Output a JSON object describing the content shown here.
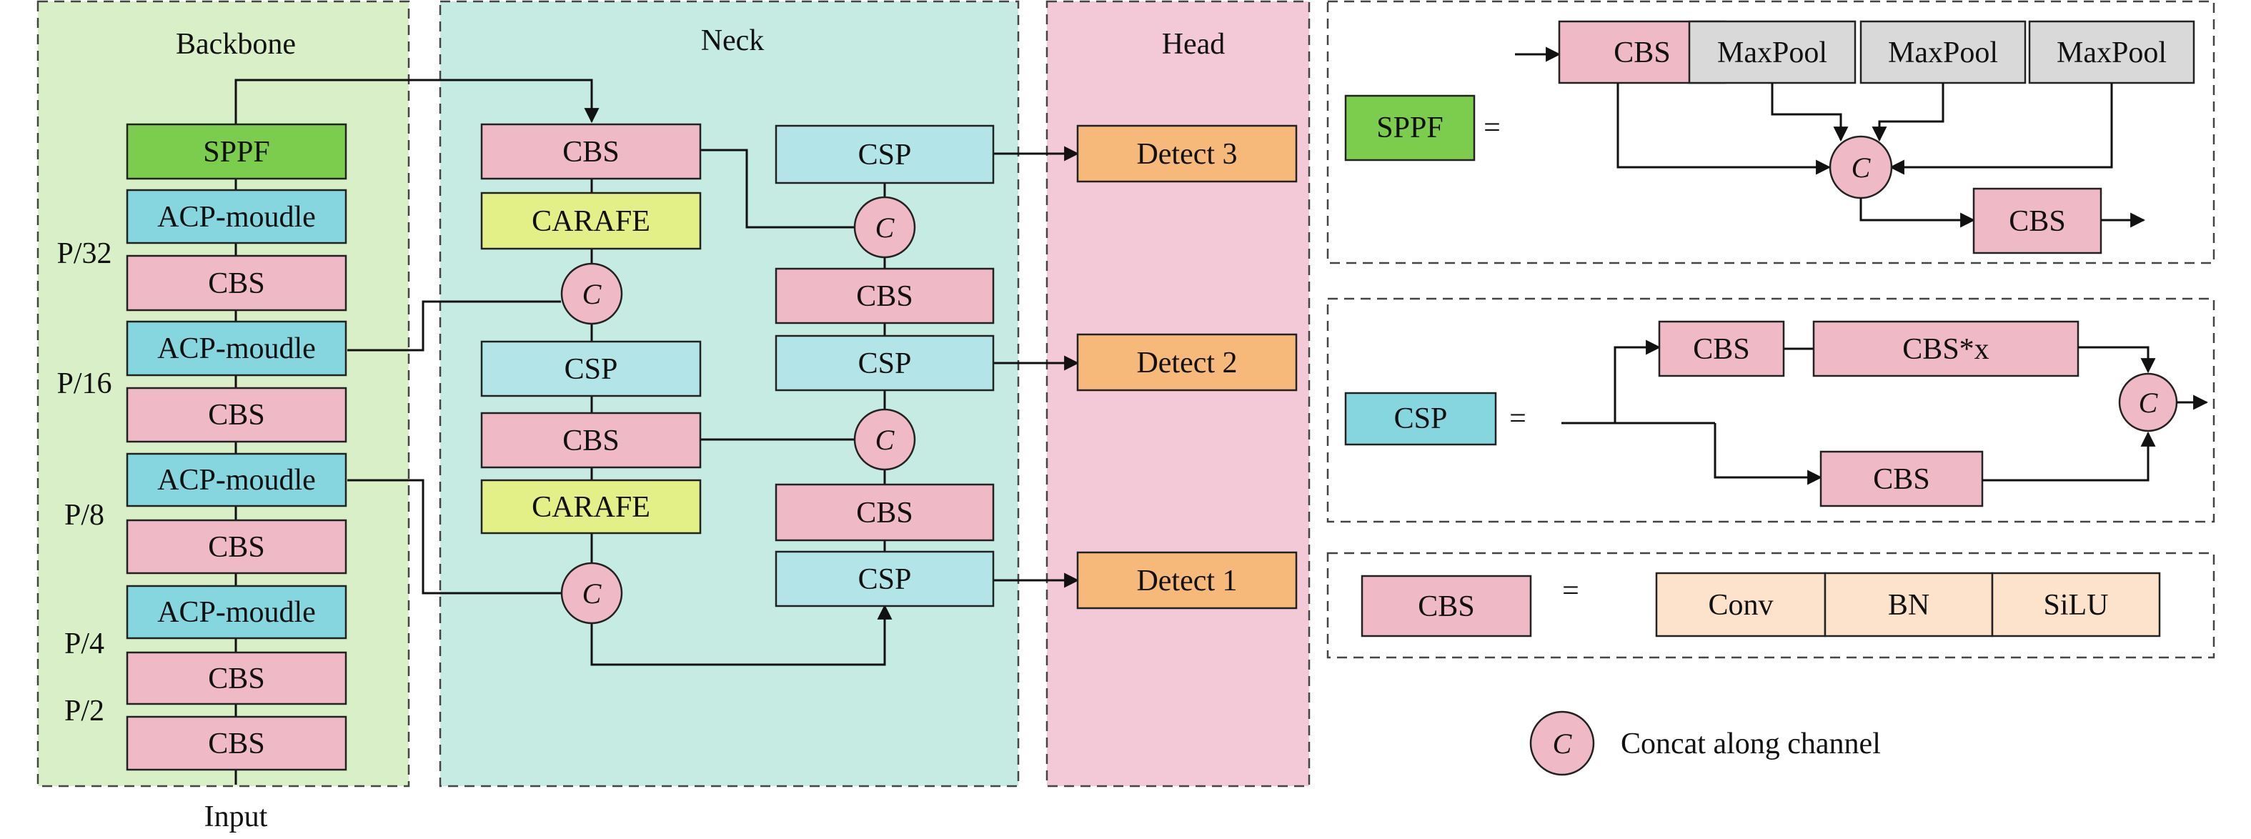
{
  "sections": {
    "backbone": "Backbone",
    "neck": "Neck",
    "head": "Head"
  },
  "backbone": {
    "blocks": [
      "SPPF",
      "ACP-moudle",
      "CBS",
      "ACP-moudle",
      "CBS",
      "ACP-moudle",
      "CBS",
      "ACP-moudle",
      "CBS",
      "CBS"
    ],
    "scales": [
      "P/32",
      "P/16",
      "P/8",
      "P/4",
      "P/2"
    ],
    "input_label": "Input"
  },
  "neck": {
    "left_column": [
      "CBS",
      "CARAFE",
      "CSP",
      "CBS",
      "CARAFE"
    ],
    "right_column": [
      "CSP",
      "CBS",
      "CSP",
      "CBS",
      "CSP"
    ],
    "concat_symbol": "C"
  },
  "head": {
    "detects": [
      "Detect 3",
      "Detect 2",
      "Detect 1"
    ]
  },
  "sppf_def": {
    "name": "SPPF",
    "equals": "=",
    "blocks": [
      "CBS",
      "MaxPool",
      "MaxPool",
      "MaxPool"
    ],
    "out_block": "CBS"
  },
  "csp_def": {
    "name": "CSP",
    "equals": "=",
    "top_blocks": [
      "CBS",
      "CBS*x"
    ],
    "bottom_block": "CBS"
  },
  "cbs_def": {
    "name": "CBS",
    "equals": "=",
    "parts": [
      "Conv",
      "BN",
      "SiLU"
    ]
  },
  "legend": {
    "symbol": "C",
    "label": "Concat along channel"
  },
  "colors": {
    "backbone_bg": "#d8efc7",
    "neck_bg": "#c6ebe2",
    "head_bg": "#f3c8d7",
    "cbs": "#f0b9c6",
    "acp": "#86d6df",
    "csp": "#b3e4e8",
    "sppf": "#7ccd4d",
    "carafe": "#e3f088",
    "detect": "#f6b97a",
    "maxpool": "#d9d9d9",
    "concat": "#f0b9c6",
    "cbs_parts": "#fde3cb"
  }
}
